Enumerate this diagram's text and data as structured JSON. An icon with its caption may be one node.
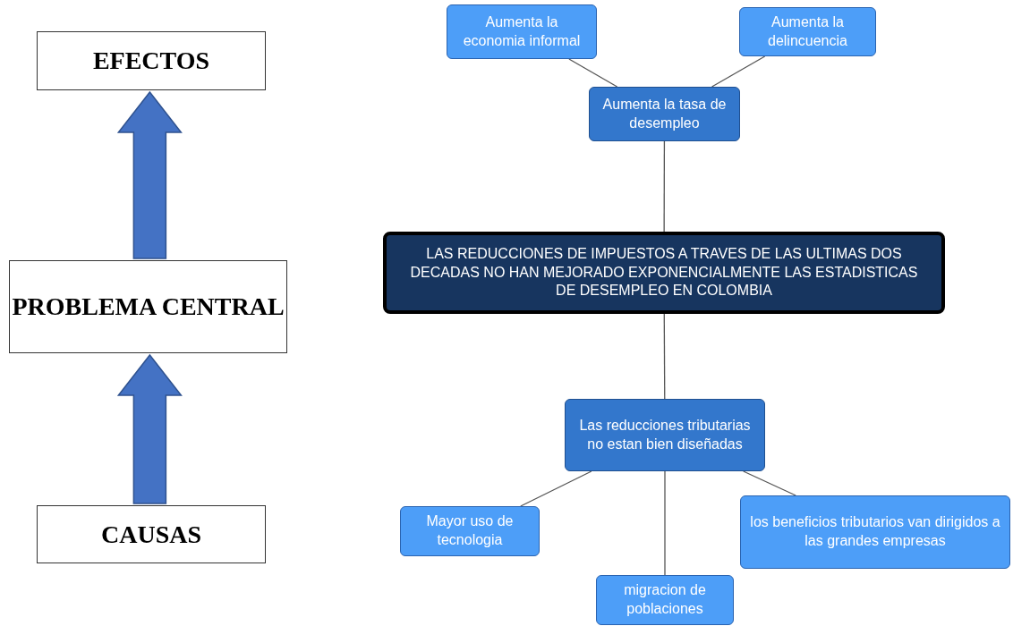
{
  "diagram": {
    "nodes": [
      {
        "text": [
          "EFECTOS"
        ]
      },
      {
        "text": [
          "PROBLEMA CENTRAL"
        ]
      },
      {
        "text": [
          "CAUSAS"
        ]
      },
      {
        "text": [
          "Aumenta la economia informal"
        ]
      },
      {
        "text": [
          "Aumenta la delincuencia"
        ]
      },
      {
        "text": [
          "Aumenta la tasa de desempleo"
        ]
      },
      {
        "text": [
          "LAS REDUCCIONES DE IMPUESTOS A TRAVES DE LAS ULTIMAS DOS DECADAS NO HAN MEJORADO EXPONENCIALMENTE LAS ESTADISTICAS DE DESEMPLEO EN COLOMBIA"
        ]
      },
      {
        "text": [
          "Las reducciones tributarias no estan bien diseñadas"
        ]
      },
      {
        "text": [
          "Mayor uso de tecnologia"
        ]
      },
      {
        "text": [
          "migracion de poblaciones"
        ]
      },
      {
        "text": [
          "los beneficios tributarios van dirigidos a las grandes empresas"
        ]
      }
    ],
    "edges": [
      {
        "from": 2,
        "to": 1,
        "arrow": "to",
        "style": "thick",
        "color": "#4472c4"
      },
      {
        "from": 1,
        "to": 0,
        "arrow": "to",
        "style": "thick",
        "color": "#4472c4"
      },
      {
        "from": 5,
        "to": 3,
        "arrow": "none"
      },
      {
        "from": 5,
        "to": 4,
        "arrow": "none"
      },
      {
        "from": 6,
        "to": 5,
        "arrow": "none"
      },
      {
        "from": 6,
        "to": 7,
        "arrow": "none"
      },
      {
        "from": 7,
        "to": 8,
        "arrow": "none"
      },
      {
        "from": 7,
        "to": 9,
        "arrow": "none"
      },
      {
        "from": 7,
        "to": 10,
        "arrow": "none"
      }
    ]
  }
}
